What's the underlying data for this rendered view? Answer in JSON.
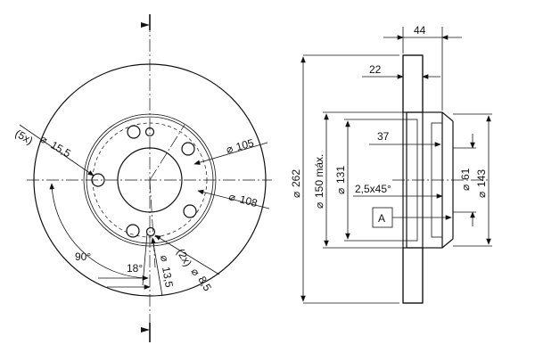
{
  "front_view": {
    "holes_label": "(5x)",
    "hole_dia": "15,5",
    "dia_105": "105",
    "dia_108": "108",
    "angle_90": "90°",
    "angle_18": "18°",
    "bolt_count": "(2x)",
    "bolt_dia": "8,5",
    "dim_13_5": "13,5"
  },
  "side_view": {
    "width_total": "44",
    "width_22": "22",
    "dim_37": "37",
    "chamfer": "2,5x45°",
    "dia_262": "262",
    "dia_150_max": "150 máx.",
    "dia_131": "131",
    "dia_61": "61",
    "dia_143": "143",
    "datum": "A"
  },
  "symbols": {
    "diameter": "⌀"
  }
}
